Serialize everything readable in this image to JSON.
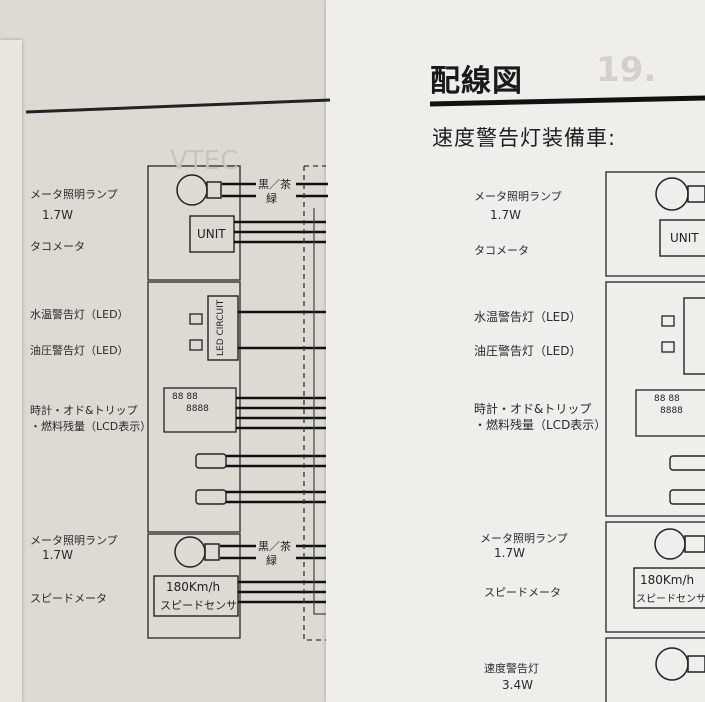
{
  "right_header": {
    "title": "配線図",
    "ghost_number": "19.",
    "subtitle": "速度警告灯装備車:"
  },
  "left_page": {
    "labels": {
      "meter_light_1": "メータ照明ランプ",
      "meter_light_1_watt": "1.7W",
      "tacho": "タコメータ",
      "water_temp": "水温警告灯（LED）",
      "oil_pressure": "油圧警告灯（LED）",
      "clock_line1": "時計・オド&トリップ",
      "clock_line2": "・燃料残量（LCD表示）",
      "meter_light_2": "メータ照明ランプ",
      "meter_light_2_watt": "1.7W",
      "speed_meter": "スピードメータ"
    },
    "box_text": {
      "unit": "UNIT",
      "led_circuit": "LED CIRCUIT",
      "speed_sensor_1": "180Km/h",
      "speed_sensor_2": "スピードセンサ",
      "lcd_1": "88 88",
      "lcd_2": "8888"
    },
    "wire_labels": {
      "top_1": "黒／茶",
      "top_2": "緑",
      "bottom_1": "黒／茶",
      "bottom_2": "緑"
    },
    "ghost_text": "VTEC"
  },
  "right_page": {
    "labels": {
      "meter_light_1": "メータ照明ランプ",
      "meter_light_1_watt": "1.7W",
      "tacho": "タコメータ",
      "water_temp": "水温警告灯（LED）",
      "oil_pressure": "油圧警告灯（LED）",
      "clock_line1": "時計・オド&トリップ",
      "clock_line2": "・燃料残量（LCD表示）",
      "meter_light_2": "メータ照明ランプ",
      "meter_light_2_watt": "1.7W",
      "speed_meter": "スピードメータ",
      "speed_warning": "速度警告灯",
      "speed_warning_watt": "3.4W"
    },
    "box_text": {
      "unit": "UNIT",
      "speed_sensor_1": "180Km/h",
      "speed_sensor_2": "スピードセンサ",
      "lcd_1": "88 88",
      "lcd_2": "8888"
    }
  }
}
